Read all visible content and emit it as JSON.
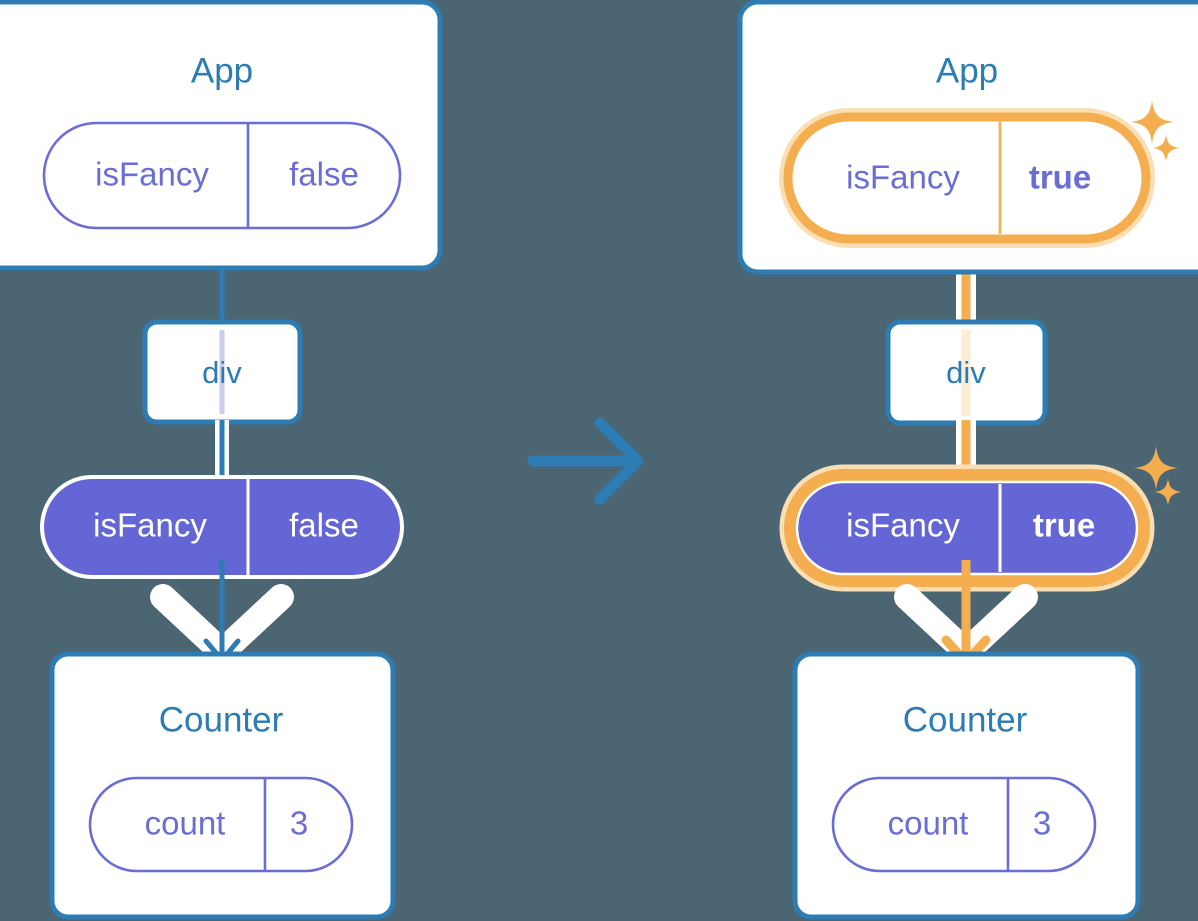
{
  "meta": {
    "background_color": "#4b6573",
    "title": "State lifted up: isFancy changes from false to true"
  },
  "palette": {
    "box_border_blue": "#2d7cb4",
    "box_fill_white": "#ffffff",
    "title_blue": "#2d7cb4",
    "pill_purple": "#6466d6",
    "pill_outline_purple": "#6a6dd6",
    "highlight_orange": "#f5ae4f",
    "highlight_glow": "#fbdfb4",
    "wire_blue": "#2d7cb4",
    "wire_pale_lavender": "#c9cdee",
    "wire_pale_orange": "#fceed6",
    "white": "#ffffff"
  },
  "transition_arrow": {
    "icon": "arrow-right-icon",
    "color": "#2d7cb4"
  },
  "panels": [
    {
      "id": "before",
      "app": {
        "title": "App",
        "state_pill": {
          "name": "isFancy",
          "value": "false",
          "style": "outline",
          "highlighted": false,
          "value_bold": false
        }
      },
      "div": {
        "title": "div"
      },
      "props_pill": {
        "name": "isFancy",
        "value": "false",
        "style": "solid",
        "highlighted": false,
        "value_bold": false
      },
      "counter": {
        "title": "Counter",
        "state_pill": {
          "name": "count",
          "value": "3",
          "style": "outline",
          "highlighted": false,
          "value_bold": false
        }
      },
      "sparkles": []
    },
    {
      "id": "after",
      "app": {
        "title": "App",
        "state_pill": {
          "name": "isFancy",
          "value": "true",
          "style": "outline",
          "highlighted": true,
          "value_bold": true
        }
      },
      "div": {
        "title": "div"
      },
      "props_pill": {
        "name": "isFancy",
        "value": "true",
        "style": "solid",
        "highlighted": true,
        "value_bold": true
      },
      "counter": {
        "title": "Counter",
        "state_pill": {
          "name": "count",
          "value": "3",
          "style": "outline",
          "highlighted": false,
          "value_bold": false
        }
      },
      "sparkles": [
        {
          "icon": "sparkle-icon",
          "size": "large"
        },
        {
          "icon": "sparkle-icon",
          "size": "small"
        }
      ]
    }
  ]
}
